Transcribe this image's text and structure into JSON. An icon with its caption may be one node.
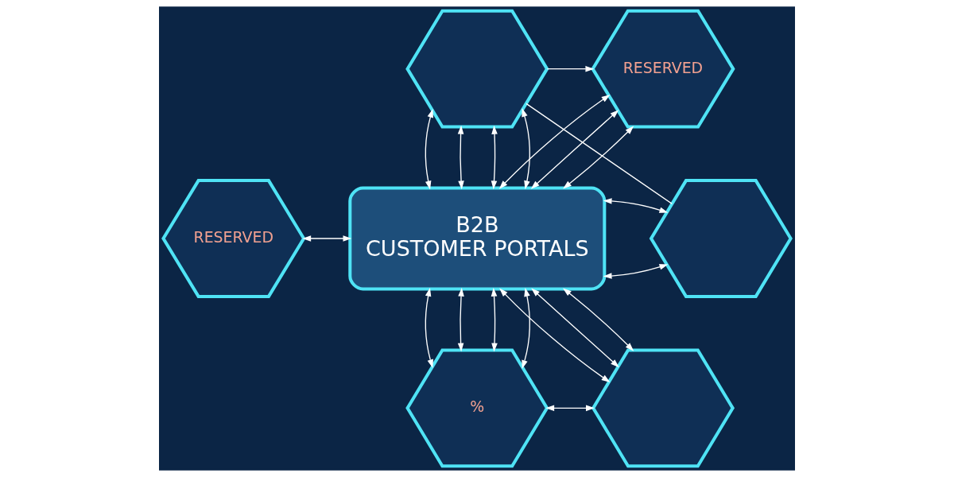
{
  "diagram": {
    "nodes": [
      {
        "text": [
          "RESERVED"
        ]
      },
      {
        "text": [],
        "shape": "hexagon"
      },
      {
        "text": [
          "RESERVED"
        ]
      },
      {
        "text": [
          "B2B",
          "CUSTOMER PORTALS"
        ]
      },
      {
        "text": [],
        "shape": "hexagon"
      },
      {
        "text": [
          "%"
        ]
      },
      {
        "text": [],
        "shape": "hexagon"
      }
    ],
    "edges": [
      {
        "from": 1,
        "to": 0,
        "arrow": "to"
      },
      {
        "from": 0,
        "to": 3,
        "arrow": "both"
      },
      {
        "from": 0,
        "to": 3,
        "arrow": "both"
      },
      {
        "from": 0,
        "to": 3,
        "arrow": "both"
      },
      {
        "from": 3,
        "to": 1,
        "arrow": "both"
      },
      {
        "from": 1,
        "to": 3,
        "arrow": "both"
      },
      {
        "from": 1,
        "to": 3,
        "arrow": "both"
      },
      {
        "from": 1,
        "to": 3,
        "arrow": "both"
      },
      {
        "from": 1,
        "to": 4,
        "arrow": "none"
      },
      {
        "from": 3,
        "to": 4,
        "arrow": "both"
      },
      {
        "from": 2,
        "to": 3,
        "arrow": "both"
      },
      {
        "from": 3,
        "to": 5,
        "arrow": "both"
      },
      {
        "from": 3,
        "to": 5,
        "arrow": "both"
      },
      {
        "from": 3,
        "to": 5,
        "arrow": "both"
      },
      {
        "from": 5,
        "to": 3,
        "arrow": "both"
      },
      {
        "from": 3,
        "to": 6,
        "arrow": "both"
      },
      {
        "from": 3,
        "to": 6,
        "arrow": "both"
      },
      {
        "from": 3,
        "to": 6,
        "arrow": "both"
      },
      {
        "from": 5,
        "to": 6,
        "arrow": "both"
      },
      {
        "from": 3,
        "to": 4,
        "arrow": "both"
      }
    ]
  }
}
